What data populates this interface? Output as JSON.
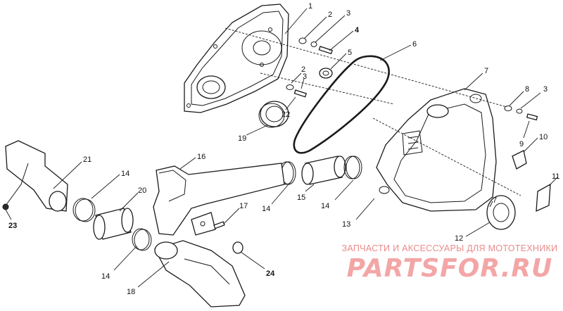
{
  "diagram": {
    "callouts": [
      {
        "id": "c1",
        "text": "1"
      },
      {
        "id": "c2a",
        "text": "2"
      },
      {
        "id": "c3a",
        "text": "3"
      },
      {
        "id": "c4",
        "text": "4"
      },
      {
        "id": "c5",
        "text": "5"
      },
      {
        "id": "c6",
        "text": "6"
      },
      {
        "id": "c2b",
        "text": "2"
      },
      {
        "id": "c3b",
        "text": "3"
      },
      {
        "id": "c22",
        "text": "22"
      },
      {
        "id": "c19",
        "text": "19"
      },
      {
        "id": "c7a",
        "text": "7"
      },
      {
        "id": "c8",
        "text": "8"
      },
      {
        "id": "c3c",
        "text": "3"
      },
      {
        "id": "c9",
        "text": "9"
      },
      {
        "id": "c10",
        "text": "10"
      },
      {
        "id": "c11",
        "text": "11"
      },
      {
        "id": "c21",
        "text": "21"
      },
      {
        "id": "c16",
        "text": "16"
      },
      {
        "id": "c14a",
        "text": "14"
      },
      {
        "id": "c20",
        "text": "20"
      },
      {
        "id": "c14b",
        "text": "14"
      },
      {
        "id": "c15",
        "text": "15"
      },
      {
        "id": "c14c",
        "text": "14"
      },
      {
        "id": "c13",
        "text": "13"
      },
      {
        "id": "c7b",
        "text": "7"
      },
      {
        "id": "c12",
        "text": "12"
      },
      {
        "id": "c17",
        "text": "17"
      },
      {
        "id": "c23",
        "text": "23"
      },
      {
        "id": "c14d",
        "text": "14"
      },
      {
        "id": "c18",
        "text": "18"
      },
      {
        "id": "c24",
        "text": "24"
      }
    ]
  },
  "watermark": {
    "tagline": "ЗАПЧАСТИ И АКСЕССУАРЫ ДЛЯ МОТОТЕХНИКИ",
    "logo_text": "PARTSFOR.RU",
    "color": "#e98a8a"
  }
}
